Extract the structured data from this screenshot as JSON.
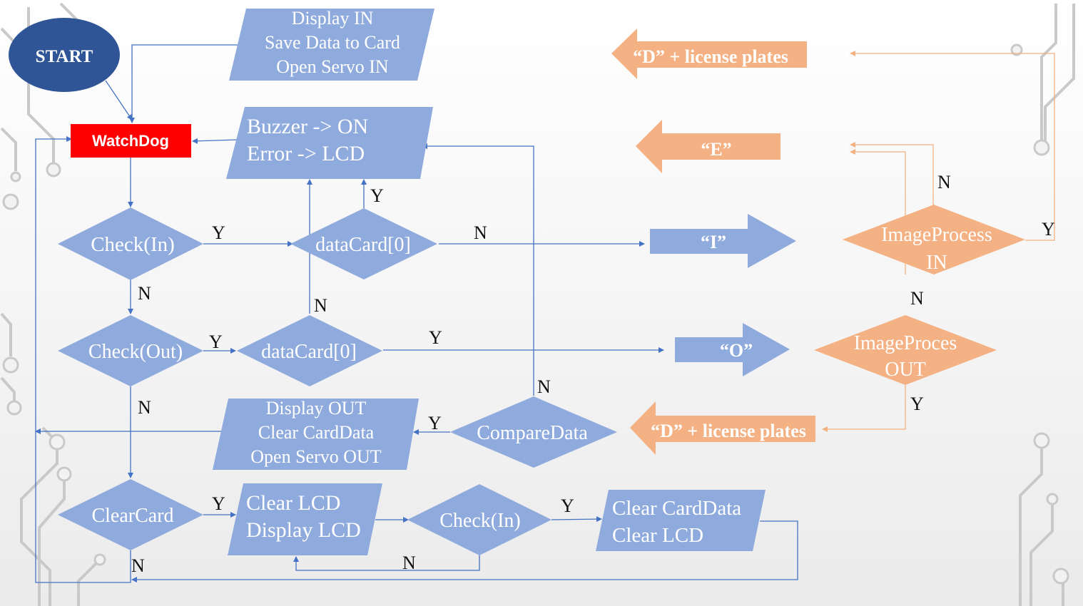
{
  "start": "START",
  "watchdog": "WatchDog",
  "display_in": [
    "Display IN",
    "Save Data to Card",
    "Open Servo IN"
  ],
  "buzzer": [
    "Buzzer -> ON",
    "Error -> LCD"
  ],
  "check_in": "Check(In)",
  "datacard_a": "dataCard[0]",
  "check_out": "Check(Out)",
  "datacard_b": "dataCard[0]",
  "display_out": [
    "Display OUT",
    "Clear CardData",
    "Open Servo OUT"
  ],
  "compare": "CompareData",
  "clearcard": "ClearCard",
  "clear_lcd": [
    "Clear LCD",
    "Display LCD"
  ],
  "check_in2": "Check(In)",
  "clear_carddata": [
    "Clear CardData",
    "Clear LCD"
  ],
  "arrow_d_top": "“D” + license plates",
  "arrow_e": "“E”",
  "arrow_i": "“I”",
  "arrow_o": "“O”",
  "arrow_d_bottom": "“D” + license plates",
  "image_in": [
    "ImageProcess",
    "IN"
  ],
  "image_out": [
    "ImageProces",
    "OUT"
  ],
  "edges": {
    "y": "Y",
    "n": "N"
  },
  "colors": {
    "blue": "#8faadc",
    "start": "#2f5597",
    "watchdog": "#ff0000",
    "orange": "#f4b183",
    "line": "#4472c4"
  }
}
